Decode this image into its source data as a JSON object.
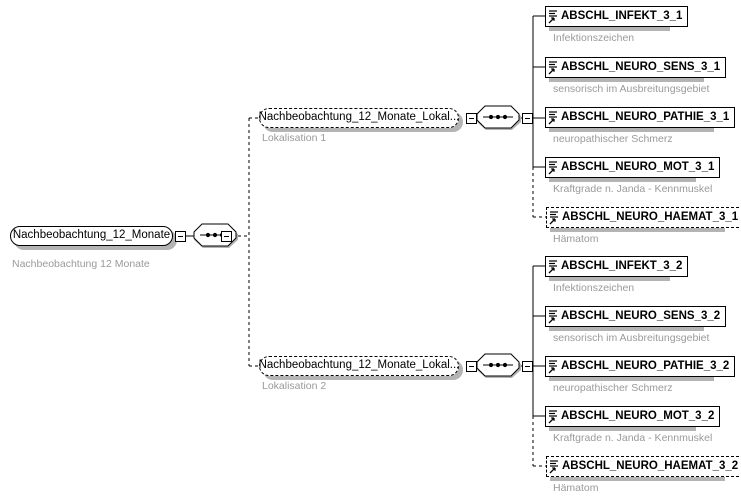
{
  "diagram": {
    "type": "xsd-schema-tree",
    "title": "Nachbeobachtung_12_Monate",
    "background": "#ffffff",
    "line_color": "#000000",
    "annotation_color": "#9a9a9a",
    "shadow_color": "#b4b4b4"
  },
  "root": {
    "name": "Nachbeobachtung_12_Monate",
    "annotation": "Nachbeobachtung 12 Monate",
    "optional": false,
    "shape": "capsule",
    "toggle": "minus",
    "compositor": "sequence"
  },
  "groups": [
    {
      "id": "lokalisation-1",
      "name": "Nachbeobachtung_12_Monate_Lokal...",
      "annotation": "Lokalisation 1",
      "optional": true,
      "shape": "capsule",
      "toggle": "minus",
      "compositor": "sequence",
      "children": [
        {
          "name": "ABSCHL_INFEKT_3_1",
          "annotation": "Infektionszeichen",
          "optional": false
        },
        {
          "name": "ABSCHL_NEURO_SENS_3_1",
          "annotation": "sensorisch im Ausbreitungsgebiet",
          "optional": false
        },
        {
          "name": "ABSCHL_NEURO_PATHIE_3_1",
          "annotation": "neuropathischer Schmerz",
          "optional": false
        },
        {
          "name": "ABSCHL_NEURO_MOT_3_1",
          "annotation": "Kraftgrade n. Janda - Kennmuskel",
          "optional": false
        },
        {
          "name": "ABSCHL_NEURO_HAEMAT_3_1",
          "annotation": "Hämatom",
          "optional": true
        }
      ]
    },
    {
      "id": "lokalisation-2",
      "name": "Nachbeobachtung_12_Monate_Lokal...",
      "annotation": "Lokalisation 2",
      "optional": true,
      "shape": "capsule",
      "toggle": "minus",
      "compositor": "sequence",
      "children": [
        {
          "name": "ABSCHL_INFEKT_3_2",
          "annotation": "Infektionszeichen",
          "optional": false
        },
        {
          "name": "ABSCHL_NEURO_SENS_3_2",
          "annotation": "sensorisch im Ausbreitungsgebiet",
          "optional": false
        },
        {
          "name": "ABSCHL_NEURO_PATHIE_3_2",
          "annotation": "neuropathischer Schmerz",
          "optional": false
        },
        {
          "name": "ABSCHL_NEURO_MOT_3_2",
          "annotation": "Kraftgrade n. Janda - Kennmuskel",
          "optional": false
        },
        {
          "name": "ABSCHL_NEURO_HAEMAT_3_2",
          "annotation": "Hämatom",
          "optional": true
        }
      ]
    }
  ]
}
